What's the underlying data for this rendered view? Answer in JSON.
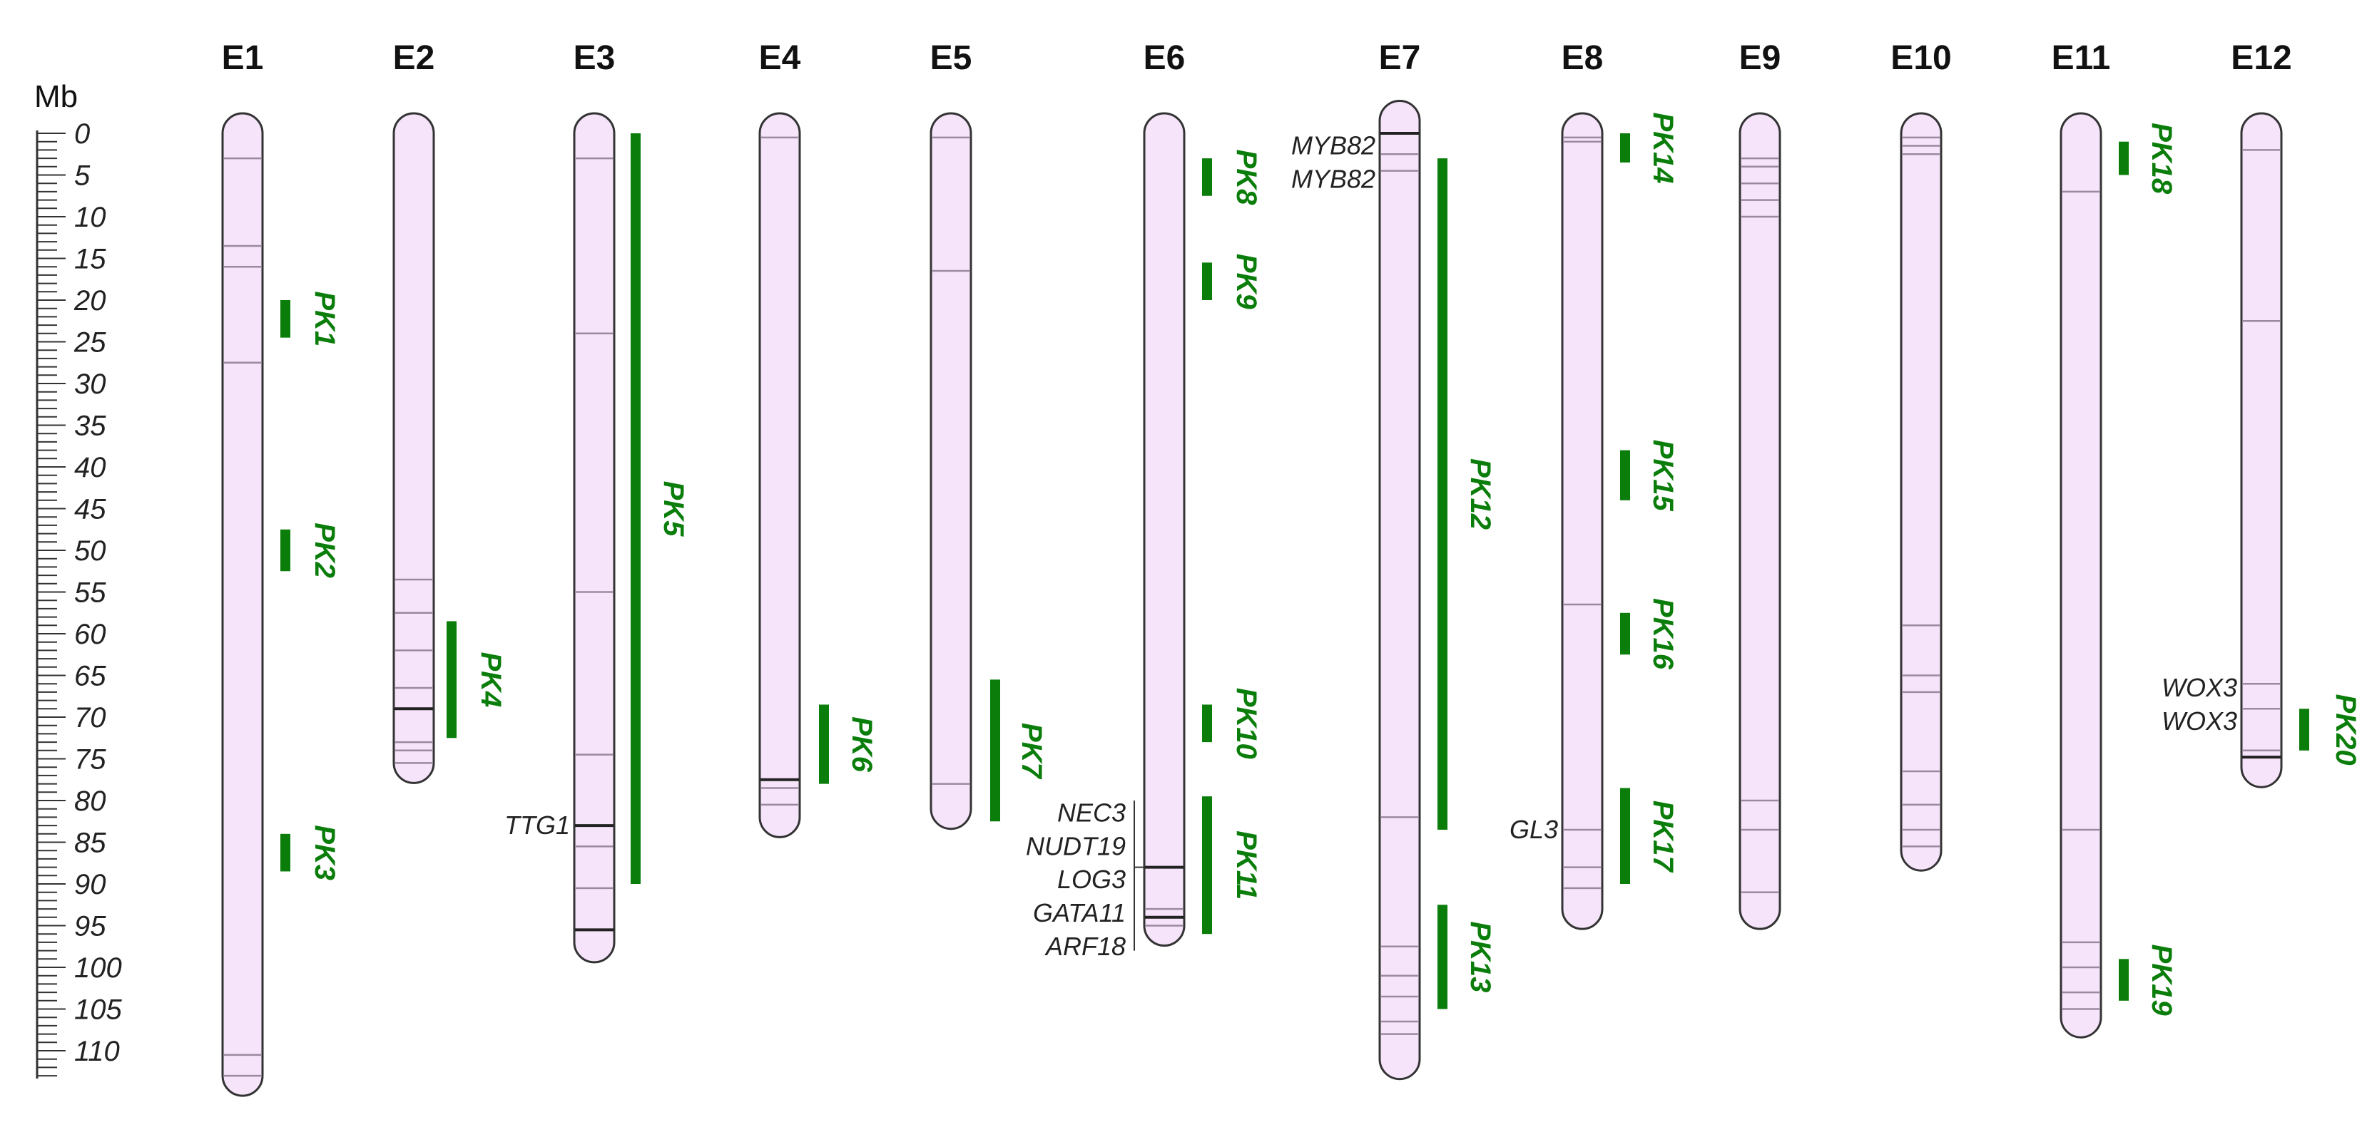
{
  "axis": {
    "unit": "Mb",
    "max_mb": 113,
    "tick_labels": [
      0,
      5,
      10,
      15,
      20,
      25,
      30,
      35,
      40,
      45,
      50,
      55,
      60,
      65,
      70,
      75,
      80,
      85,
      90,
      95,
      100,
      105,
      110
    ]
  },
  "colors": {
    "chromosome_fill": "#f6e4fb",
    "chromosome_stroke": "#333333",
    "marker_light": "#9a8aa0",
    "marker_dark": "#222222",
    "qtl": "#0a7d0a",
    "text": "#222222"
  },
  "chromosomes": [
    {
      "name": "E1",
      "start": 0,
      "end": 113,
      "markers": [
        {
          "pos": 3
        },
        {
          "pos": 13.5
        },
        {
          "pos": 16
        },
        {
          "pos": 27.5
        },
        {
          "pos": 110.5
        },
        {
          "pos": 113
        }
      ]
    },
    {
      "name": "E2",
      "start": 0,
      "end": 75.5,
      "markers": [
        {
          "pos": 53.5
        },
        {
          "pos": 57.5
        },
        {
          "pos": 62
        },
        {
          "pos": 66.5
        },
        {
          "pos": 69,
          "dark": true
        },
        {
          "pos": 73
        },
        {
          "pos": 74
        },
        {
          "pos": 75.5
        }
      ]
    },
    {
      "name": "E3",
      "start": 0,
      "end": 97,
      "markers": [
        {
          "pos": 3
        },
        {
          "pos": 24
        },
        {
          "pos": 55
        },
        {
          "pos": 74.5
        },
        {
          "pos": 83,
          "dark": true
        },
        {
          "pos": 85.5
        },
        {
          "pos": 90.5
        },
        {
          "pos": 95.5,
          "dark": true
        }
      ]
    },
    {
      "name": "E4",
      "start": 0,
      "end": 82,
      "markers": [
        {
          "pos": 0.5
        },
        {
          "pos": 77.5,
          "dark": true
        },
        {
          "pos": 78.5
        },
        {
          "pos": 80.5
        }
      ]
    },
    {
      "name": "E5",
      "start": 0,
      "end": 81,
      "markers": [
        {
          "pos": 0.5
        },
        {
          "pos": 16.5
        },
        {
          "pos": 78
        }
      ]
    },
    {
      "name": "E6",
      "start": 0,
      "end": 95,
      "markers": [
        {
          "pos": 88,
          "dark": true
        },
        {
          "pos": 93
        },
        {
          "pos": 94,
          "dark": true
        },
        {
          "pos": 95
        }
      ]
    },
    {
      "name": "E7",
      "start": -1.5,
      "end": 111,
      "markers": [
        {
          "pos": 0,
          "dark": true
        },
        {
          "pos": 2.5
        },
        {
          "pos": 4.5
        },
        {
          "pos": 82
        },
        {
          "pos": 97.5
        },
        {
          "pos": 101
        },
        {
          "pos": 103.5
        },
        {
          "pos": 106.5
        },
        {
          "pos": 108
        }
      ]
    },
    {
      "name": "E8",
      "start": 0,
      "end": 93,
      "markers": [
        {
          "pos": 0.5
        },
        {
          "pos": 1
        },
        {
          "pos": 56.5
        },
        {
          "pos": 83.5
        },
        {
          "pos": 88
        },
        {
          "pos": 90.5
        }
      ]
    },
    {
      "name": "E9",
      "start": 0,
      "end": 93,
      "markers": [
        {
          "pos": 3
        },
        {
          "pos": 4
        },
        {
          "pos": 6
        },
        {
          "pos": 8
        },
        {
          "pos": 10
        },
        {
          "pos": 80
        },
        {
          "pos": 83.5
        },
        {
          "pos": 91
        }
      ]
    },
    {
      "name": "E10",
      "start": 0,
      "end": 86,
      "markers": [
        {
          "pos": 0.5
        },
        {
          "pos": 1.5
        },
        {
          "pos": 2.5
        },
        {
          "pos": 59
        },
        {
          "pos": 65
        },
        {
          "pos": 67
        },
        {
          "pos": 76.5
        },
        {
          "pos": 80.5
        },
        {
          "pos": 83.5
        },
        {
          "pos": 85.5
        }
      ]
    },
    {
      "name": "E11",
      "start": 0,
      "end": 106,
      "markers": [
        {
          "pos": 7
        },
        {
          "pos": 83.5
        },
        {
          "pos": 97
        },
        {
          "pos": 100
        },
        {
          "pos": 103
        },
        {
          "pos": 105
        }
      ]
    },
    {
      "name": "E12",
      "start": 0,
      "end": 76,
      "markers": [
        {
          "pos": 2
        },
        {
          "pos": 22.5
        },
        {
          "pos": 66
        },
        {
          "pos": 69
        },
        {
          "pos": 74
        },
        {
          "pos": 74.8,
          "dark": true
        }
      ]
    }
  ],
  "qtls": [
    {
      "name": "PK1",
      "chr": "E1",
      "start": 20,
      "end": 24.5
    },
    {
      "name": "PK2",
      "chr": "E1",
      "start": 47.5,
      "end": 52.5
    },
    {
      "name": "PK3",
      "chr": "E1",
      "start": 84,
      "end": 88.5
    },
    {
      "name": "PK4",
      "chr": "E2",
      "start": 58.5,
      "end": 72.5
    },
    {
      "name": "PK5",
      "chr": "E3",
      "start": 0,
      "end": 90
    },
    {
      "name": "PK6",
      "chr": "E4",
      "start": 68.5,
      "end": 78
    },
    {
      "name": "PK7",
      "chr": "E5",
      "start": 65.5,
      "end": 82.5
    },
    {
      "name": "PK8",
      "chr": "E6",
      "start": 3,
      "end": 7.5
    },
    {
      "name": "PK9",
      "chr": "E6",
      "start": 15.5,
      "end": 20
    },
    {
      "name": "PK10",
      "chr": "E6",
      "start": 68.5,
      "end": 73
    },
    {
      "name": "PK11",
      "chr": "E6",
      "start": 79.5,
      "end": 96
    },
    {
      "name": "PK12",
      "chr": "E7",
      "start": 3,
      "end": 83.5
    },
    {
      "name": "PK13",
      "chr": "E7",
      "start": 92.5,
      "end": 105
    },
    {
      "name": "PK14",
      "chr": "E8",
      "start": 0,
      "end": 3.5
    },
    {
      "name": "PK15",
      "chr": "E8",
      "start": 38,
      "end": 44
    },
    {
      "name": "PK16",
      "chr": "E8",
      "start": 57.5,
      "end": 62.5
    },
    {
      "name": "PK17",
      "chr": "E8",
      "start": 78.5,
      "end": 90
    },
    {
      "name": "PK18",
      "chr": "E11",
      "start": 1,
      "end": 5
    },
    {
      "name": "PK19",
      "chr": "E11",
      "start": 99,
      "end": 104
    },
    {
      "name": "PK20",
      "chr": "E12",
      "start": 69,
      "end": 74
    }
  ],
  "genes": [
    {
      "name": "MYB82",
      "chr": "E7",
      "pos": 2.5
    },
    {
      "name": "MYB82",
      "chr": "E7",
      "pos": 4.5
    },
    {
      "name": "TTG1",
      "chr": "E3",
      "pos": 83
    },
    {
      "name": "NEC3",
      "chr": "E6",
      "pos": 88
    },
    {
      "name": "NUDT19",
      "chr": "E6",
      "pos": 88
    },
    {
      "name": "LOG3",
      "chr": "E6",
      "pos": 88
    },
    {
      "name": "GATA11",
      "chr": "E6",
      "pos": 93.5
    },
    {
      "name": "ARF18",
      "chr": "E6",
      "pos": 94
    },
    {
      "name": "GL3",
      "chr": "E8",
      "pos": 83.5
    },
    {
      "name": "WOX3",
      "chr": "E12",
      "pos": 66.5
    },
    {
      "name": "WOX3",
      "chr": "E12",
      "pos": 69
    }
  ]
}
